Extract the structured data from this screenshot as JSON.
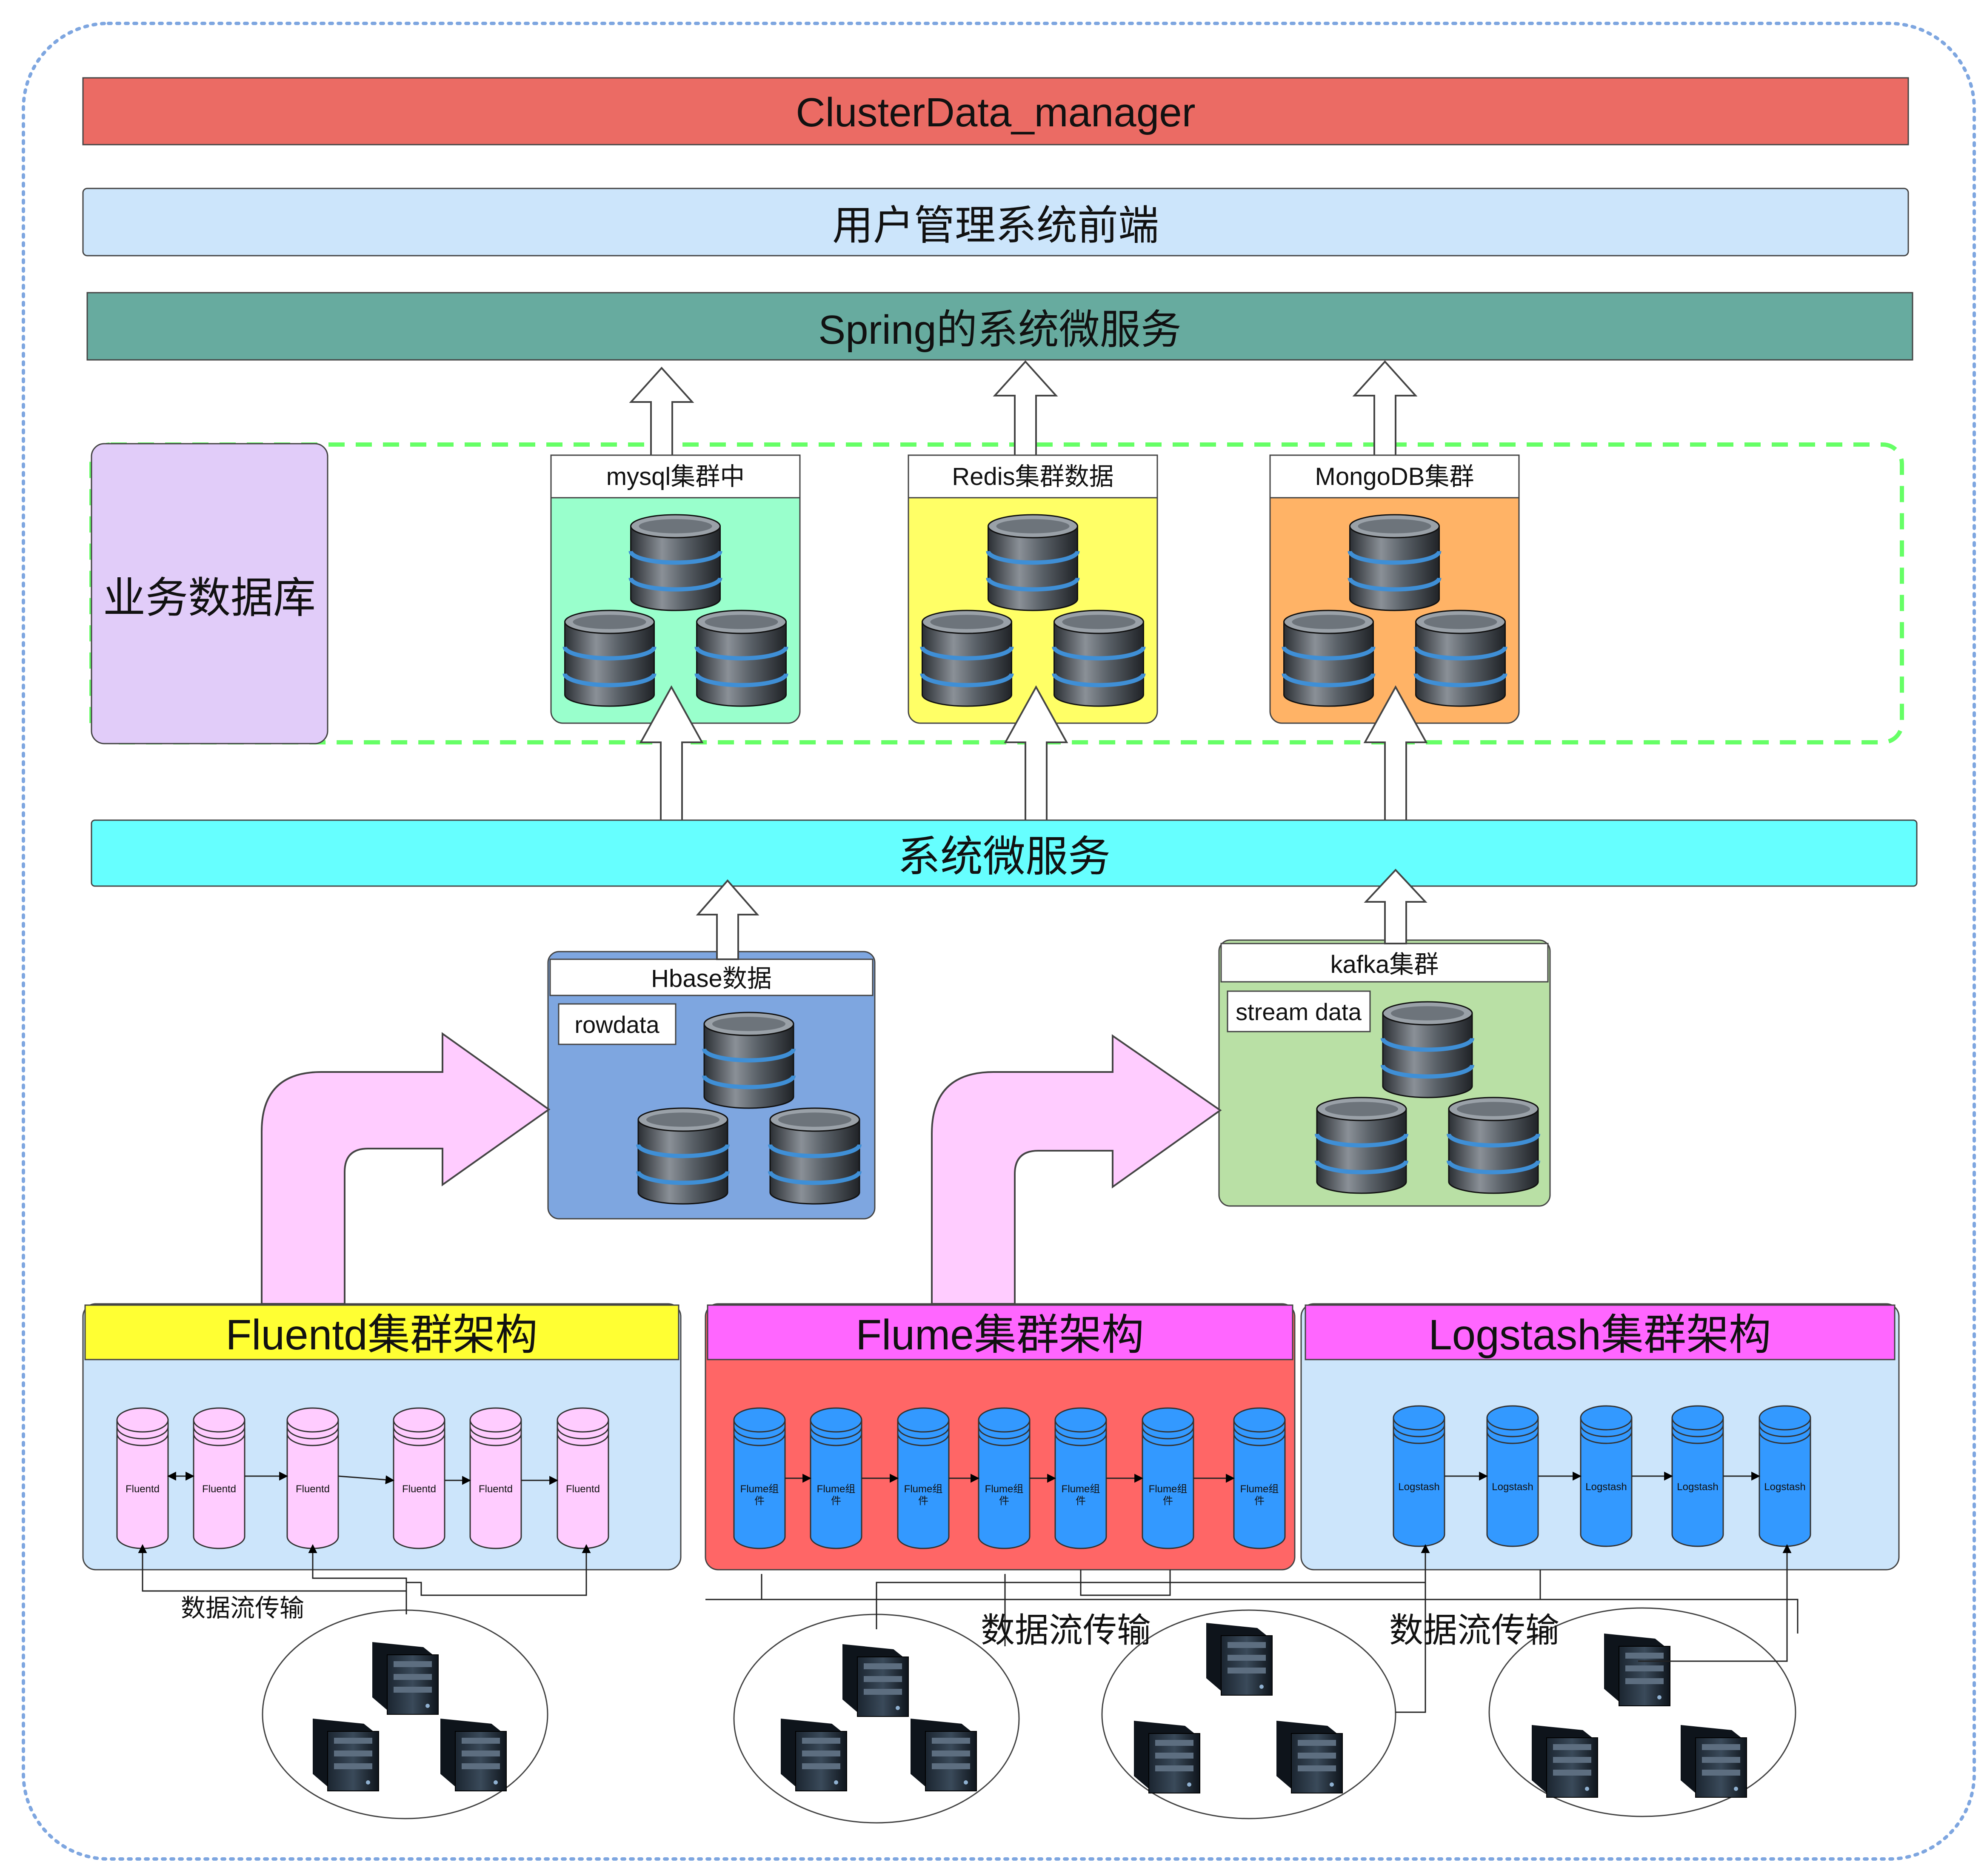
{
  "diagram": {
    "title": "ClusterData_manager",
    "frontend": "用户管理系统前端",
    "spring": "Spring的系统微服务",
    "business_db": "业务数据库",
    "microservice": "系统微服务",
    "clusters": {
      "mysql": "mysql集群中",
      "redis": "Redis集群数据",
      "mongo": "MongoDB集群"
    },
    "hbase": {
      "title": "Hbase数据",
      "tag": "rowdata"
    },
    "kafka": {
      "title": "kafka集群",
      "tag": "stream data"
    },
    "fluentd": {
      "title": "Fluentd集群架构",
      "node_label": "Fluentd"
    },
    "flume": {
      "title": "Flume集群架构",
      "node_label_1": "Flume组",
      "node_label_2": "件"
    },
    "logstash": {
      "title": "Logstash集群架构",
      "node_label": "Logstash"
    },
    "flow_label": "数据流传输"
  },
  "colors": {
    "title_bar": "#EB6B64",
    "frontend_bar": "#CCE5FB",
    "spring_bar": "#67AB9F",
    "microservice_bar": "#66FFFF",
    "business_db": "#E1CCF9",
    "mysql": "#99FFCC",
    "redis": "#FFFF66",
    "mongo": "#FFB366",
    "hbase": "#7EA6E0",
    "kafka": "#B9E0A5",
    "fluentd_header": "#FFFF33",
    "flume_header": "#FF66FF",
    "flume_body": "#FF6666",
    "logstash_header": "#FF66FF",
    "cluster_body": "#CCE5FB",
    "pink_arrow": "#FFCCFF",
    "fluentd_node": "#FFCCFF",
    "blue_node": "#3399FF"
  }
}
